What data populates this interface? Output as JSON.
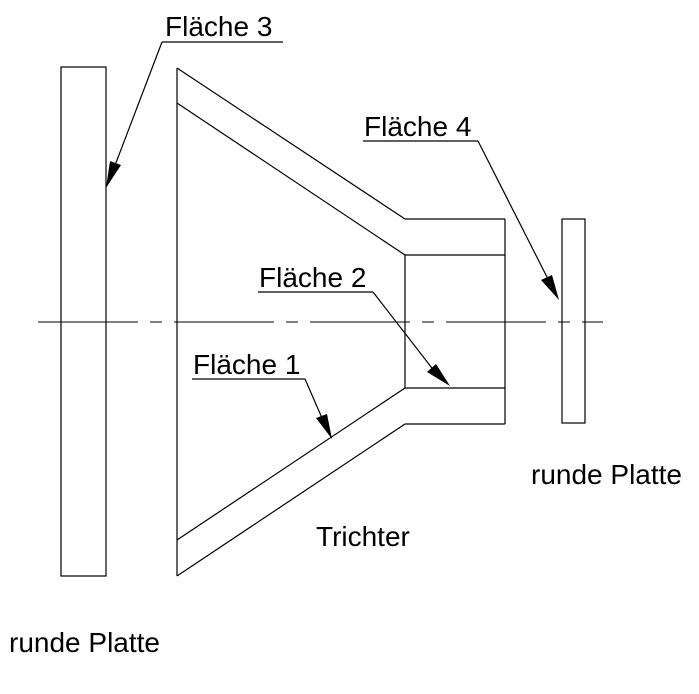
{
  "labels": {
    "flaeche_1": "Fläche 1",
    "flaeche_2": "Fläche 2",
    "flaeche_3": "Fläche 3",
    "flaeche_4": "Fläche 4",
    "trichter": "Trichter",
    "runde_platte_left": "runde Platte",
    "runde_platte_right": "runde Platte"
  }
}
